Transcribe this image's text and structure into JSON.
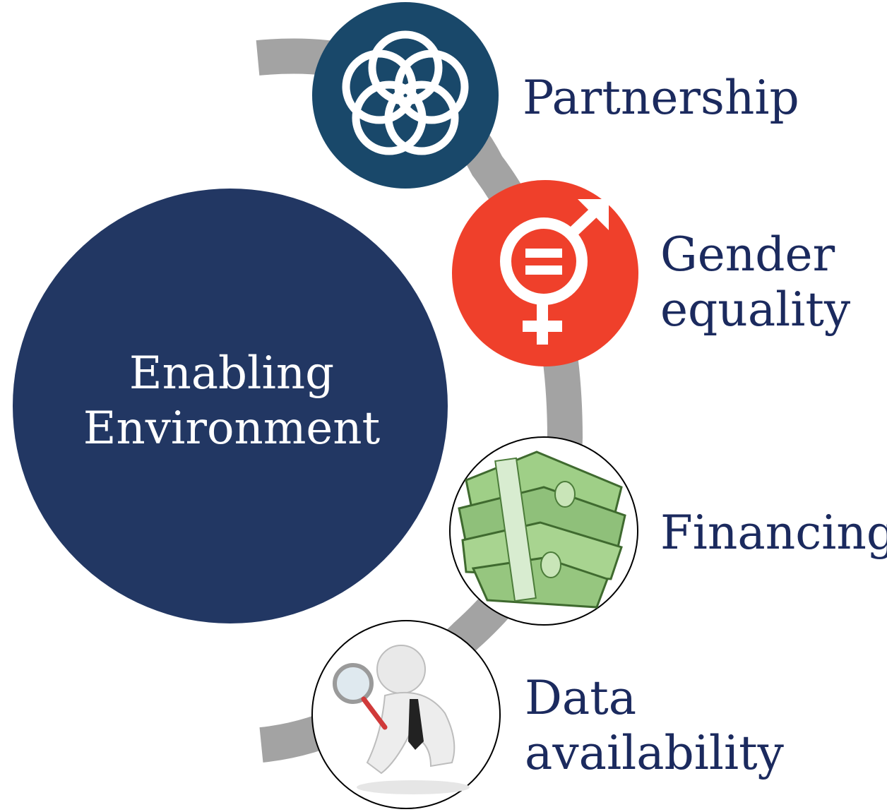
{
  "center": {
    "line1": "Enabling",
    "line2": "Environment"
  },
  "items": [
    {
      "icon": "partnership-rings-icon",
      "line1": "Partnership",
      "line2": ""
    },
    {
      "icon": "gender-equality-icon",
      "line1": "Gender",
      "line2": "equality"
    },
    {
      "icon": "money-stack-icon",
      "line1": "Financing",
      "line2": ""
    },
    {
      "icon": "magnifier-person-icon",
      "line1": "Data",
      "line2": "availability"
    }
  ],
  "colors": {
    "center_fill": "#223763",
    "partnership_fill": "#19486a",
    "gender_fill": "#ef402b",
    "label_text": "#1b2a5e",
    "arc": "#a3a3a3"
  }
}
